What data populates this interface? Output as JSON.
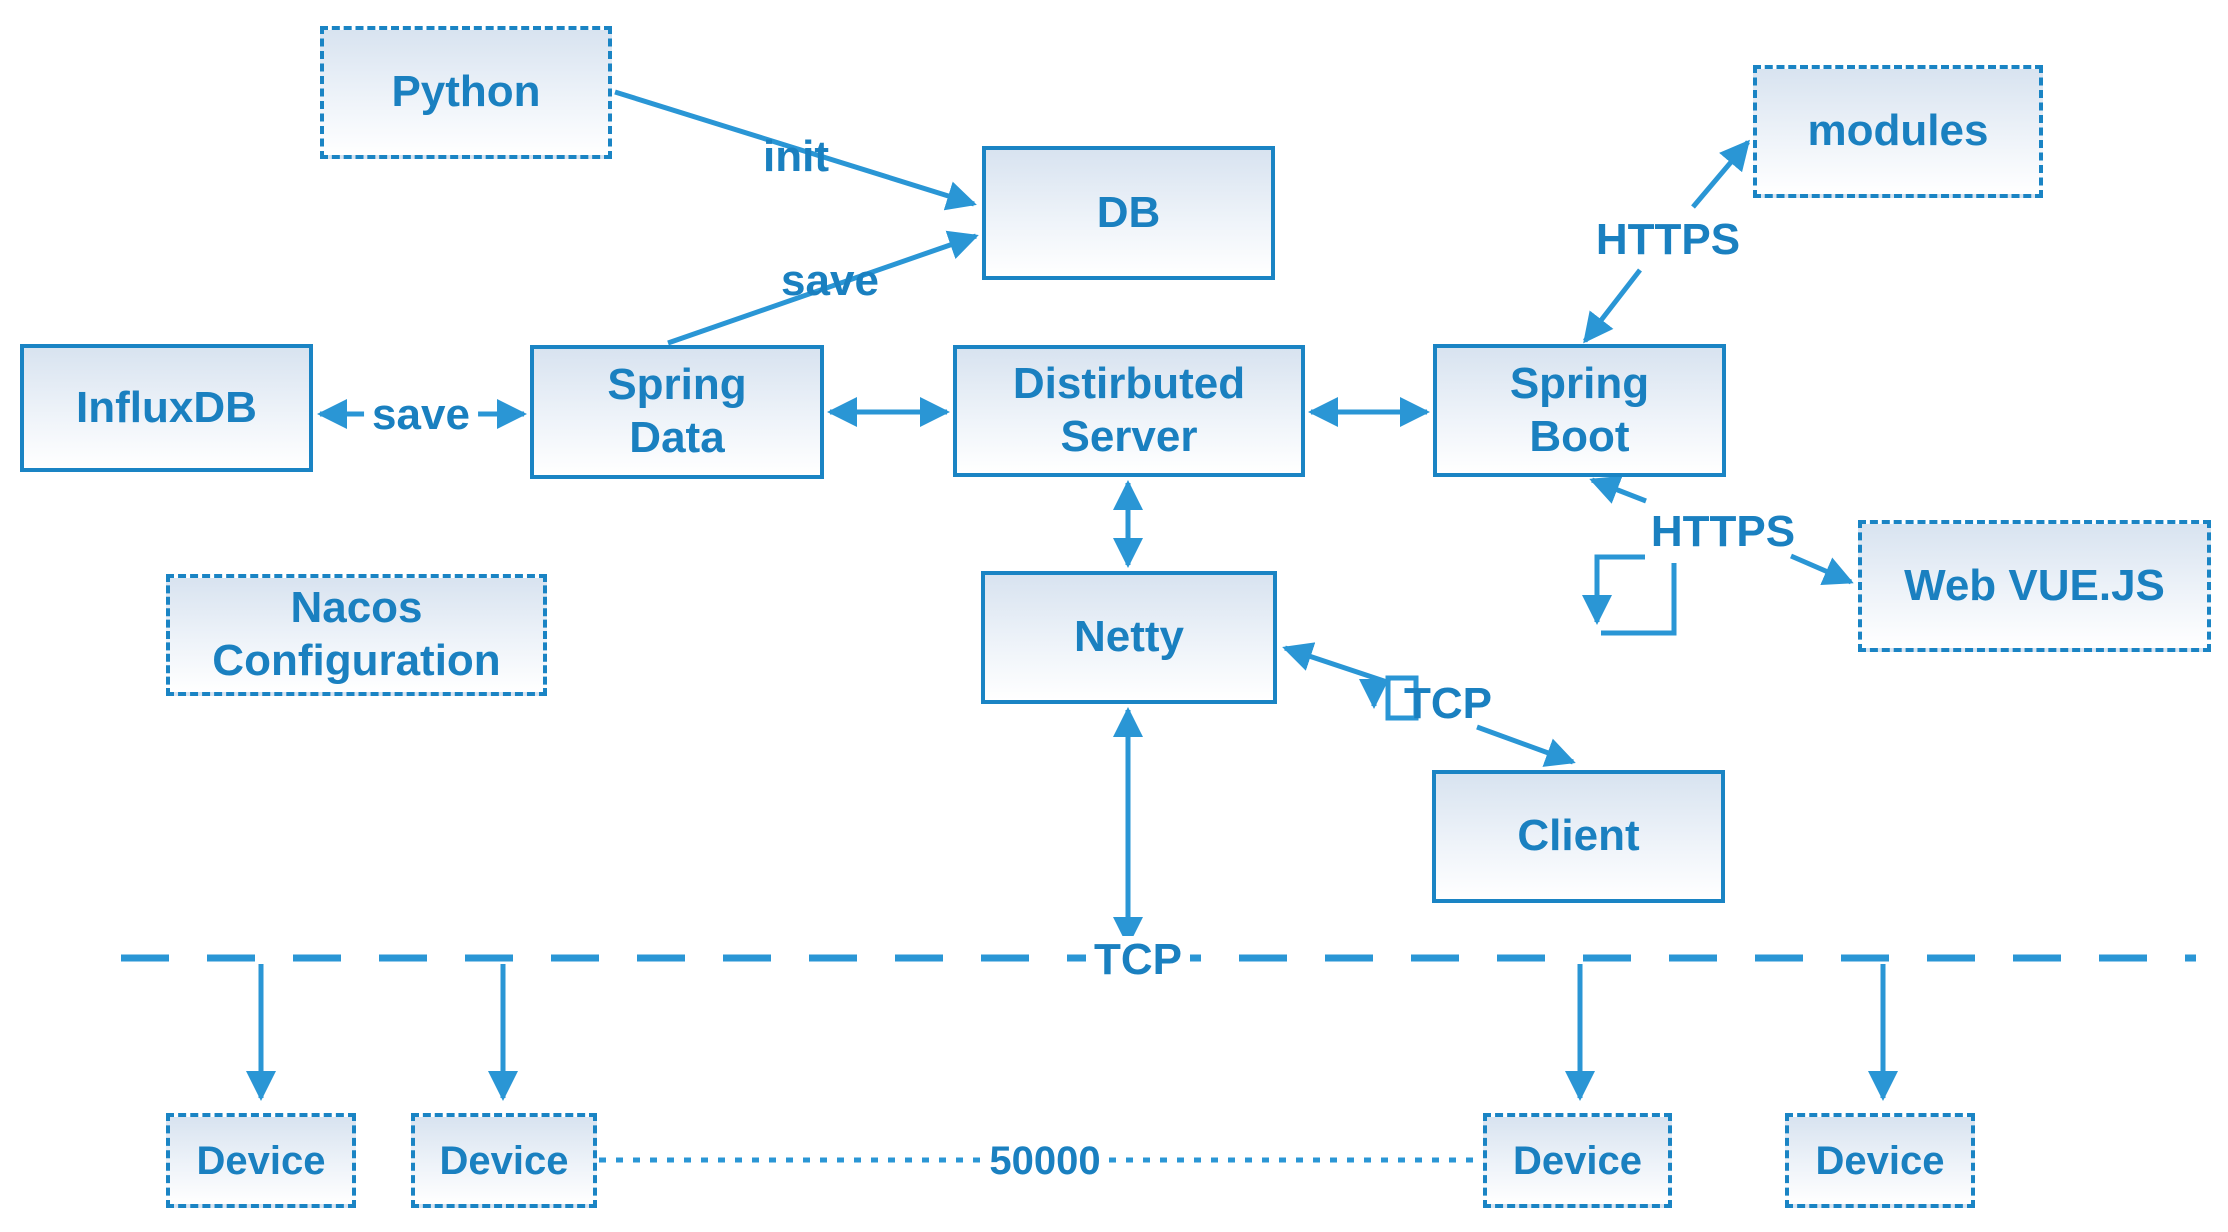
{
  "diagram": {
    "nodes": {
      "python": {
        "label": "Python"
      },
      "db": {
        "label": "DB"
      },
      "influxdb": {
        "label": "InfluxDB"
      },
      "spring_data": {
        "label": "Spring\nData"
      },
      "dist_server": {
        "label": "Distirbuted\nServer"
      },
      "spring_boot": {
        "label": "Spring\nBoot"
      },
      "modules": {
        "label": "modules"
      },
      "web_vue": {
        "label": "Web VUE.JS"
      },
      "nacos": {
        "label": "Nacos\nConfiguration"
      },
      "netty": {
        "label": "Netty"
      },
      "client": {
        "label": "Client"
      },
      "device1": {
        "label": "Device"
      },
      "device2": {
        "label": "Device"
      },
      "device3": {
        "label": "Device"
      },
      "device4": {
        "label": "Device"
      }
    },
    "edge_labels": {
      "init": "init",
      "save_db": "save",
      "save_influx": "save",
      "https_modules": "HTTPS",
      "https_web": "HTTPS",
      "tcp_client": "TCP",
      "tcp_bus": "TCP",
      "port": "50000"
    },
    "colors": {
      "line": "#2a96d5",
      "box_border": "#1a84c4",
      "text": "#1a80c0",
      "fill_top": "#d8e3f0",
      "fill_bottom": "#ffffff"
    }
  }
}
